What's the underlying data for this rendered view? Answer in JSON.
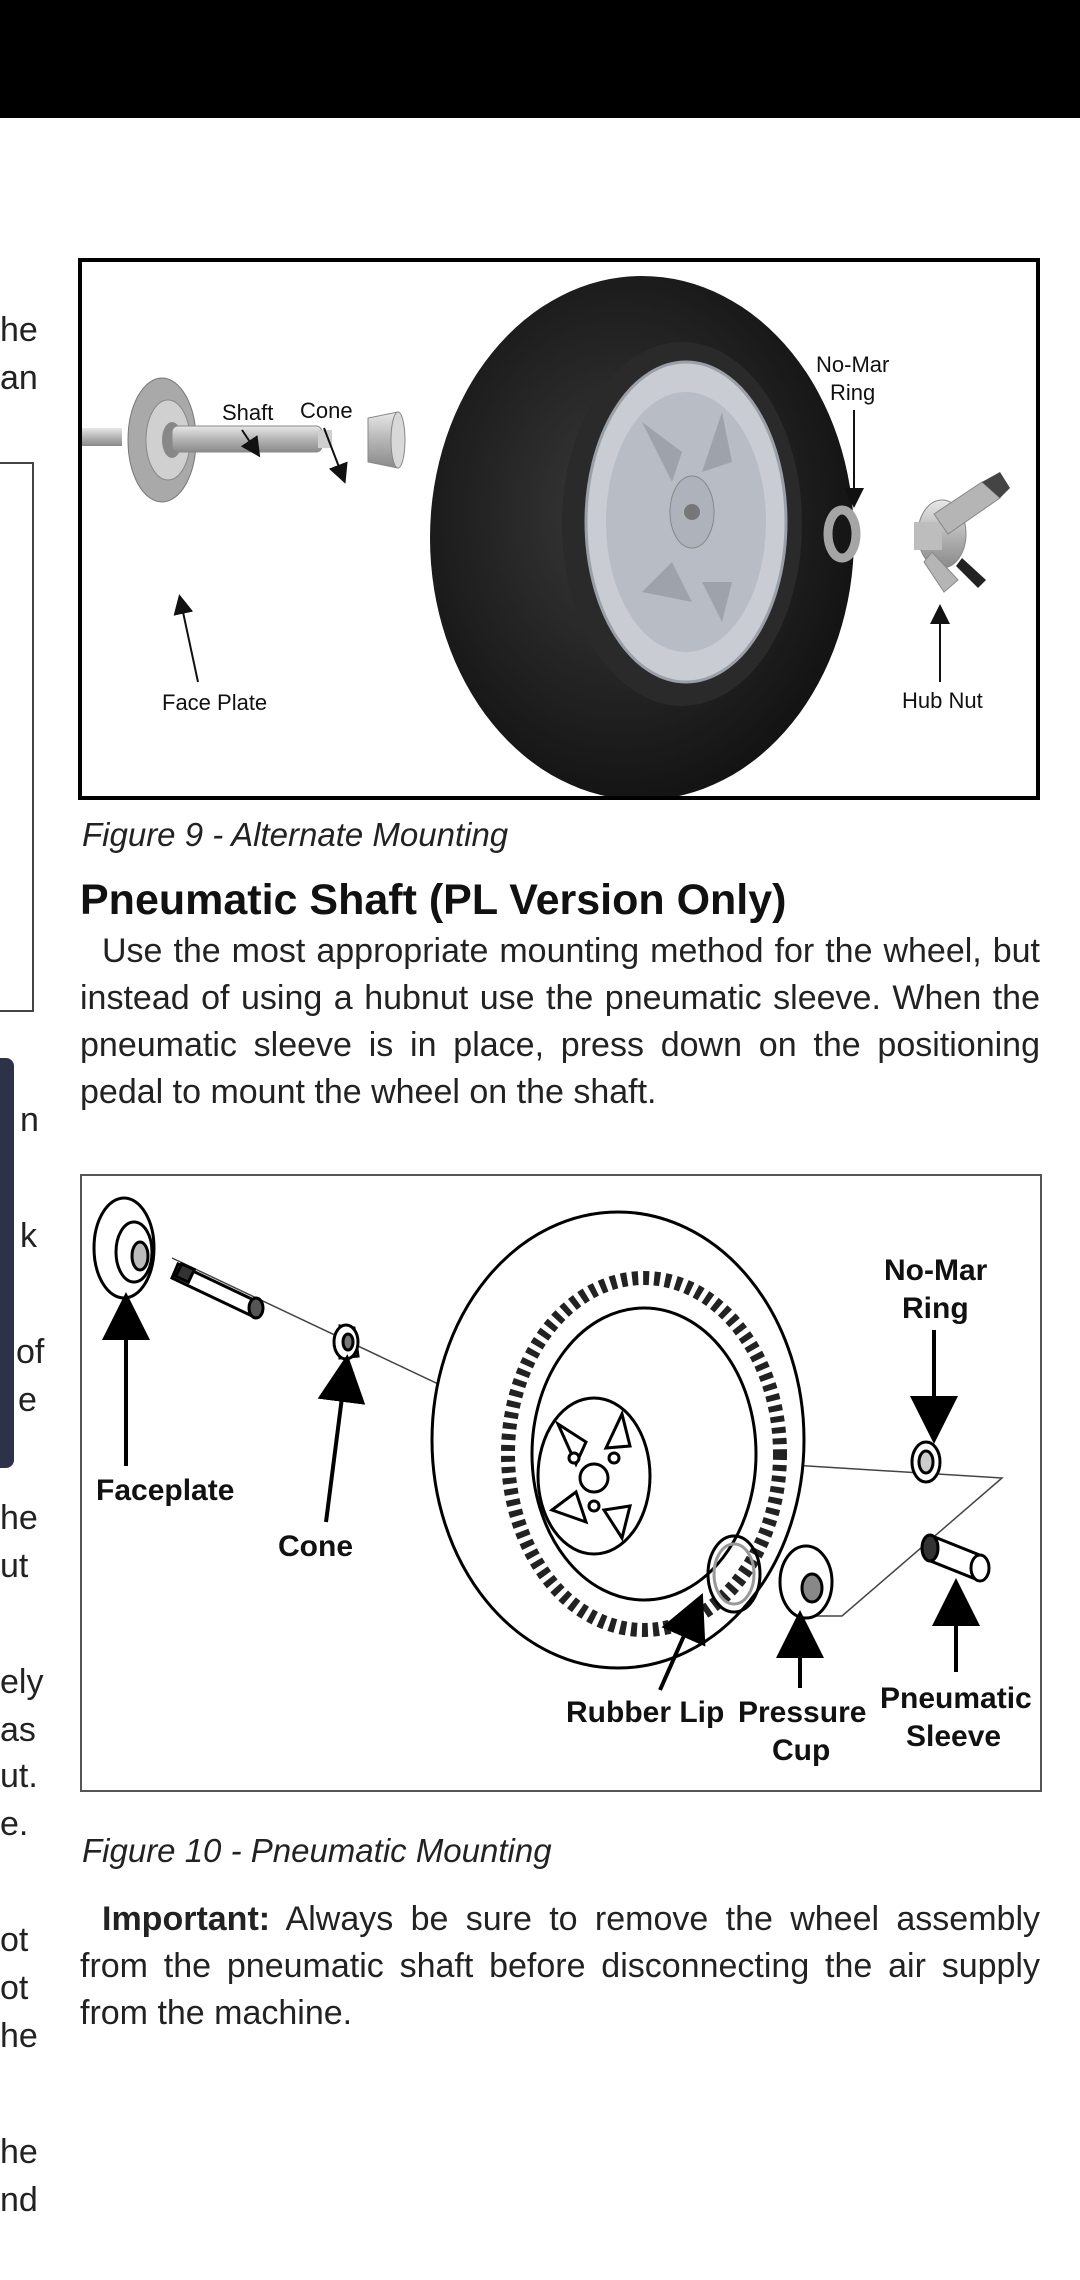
{
  "left_fragments": [
    "he",
    "an",
    "n",
    "k",
    "of",
    "e",
    "he",
    "ut",
    "ely",
    "as",
    "ut.",
    "e.",
    "ot",
    "ot",
    "he",
    "he",
    "nd"
  ],
  "figure9": {
    "labels": {
      "shaft": "Shaft",
      "cone": "Cone",
      "no_mar_1": "No-Mar",
      "no_mar_2": "Ring",
      "face_plate": "Face Plate",
      "hub_nut": "Hub Nut"
    },
    "caption": "Figure 9 - Alternate Mounting"
  },
  "heading": "Pneumatic Shaft (PL Version Only)",
  "paragraph1": "Use the most appropriate mounting method for the wheel, but instead of using a hubnut use the pneumatic sleeve. When the pneumatic sleeve is in place, press down on the positioning pedal to mount the wheel on the shaft.",
  "figure10": {
    "labels": {
      "no_mar_1": "No-Mar",
      "no_mar_2": "Ring",
      "faceplate": "Faceplate",
      "cone": "Cone",
      "rubber_lip": "Rubber Lip",
      "pressure_1": "Pressure",
      "pressure_2": "Cup",
      "pneumatic_1": "Pneumatic",
      "pneumatic_2": "Sleeve"
    },
    "caption": "Figure 10 - Pneumatic Mounting"
  },
  "important": {
    "label": "Important:",
    "text": " Always be sure to remove the wheel assembly from the pneumatic shaft before disconnecting the air supply from the machine."
  }
}
